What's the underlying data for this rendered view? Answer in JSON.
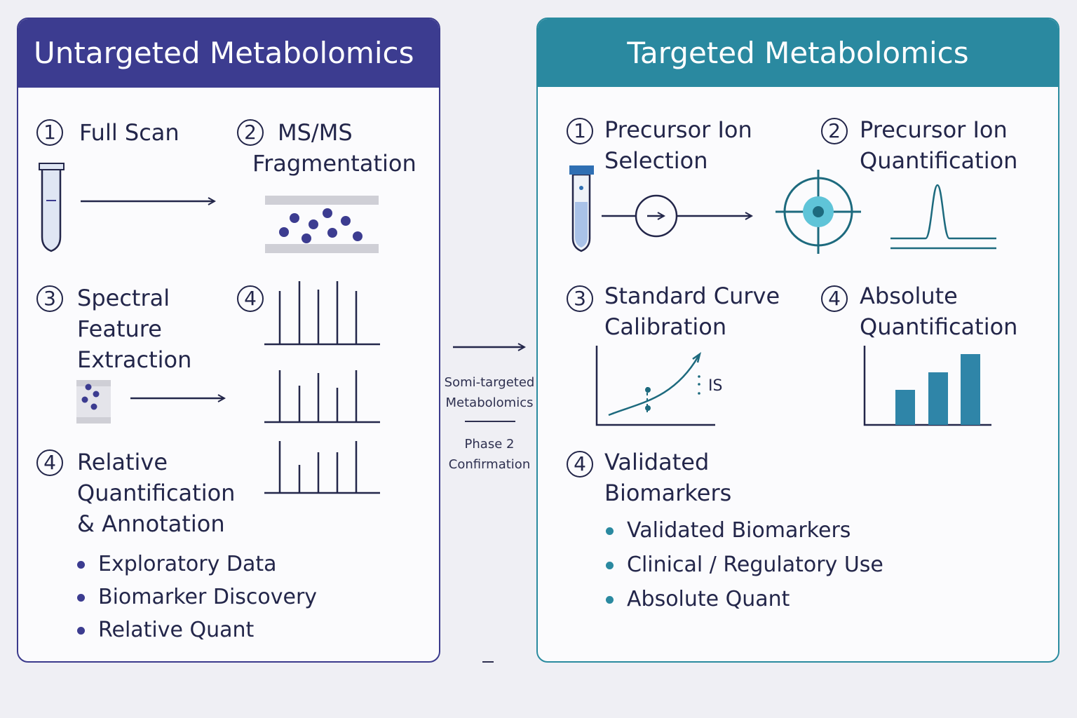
{
  "untargeted": {
    "title": "Untargeted Metabolomics",
    "steps": [
      {
        "num": "1",
        "label": "Full Scan"
      },
      {
        "num": "2",
        "label": "MS/MS Fragmentation"
      },
      {
        "num": "3",
        "label": "Spectral Feature Extraction"
      },
      {
        "num": "4",
        "label": ""
      },
      {
        "num": "4",
        "label": "Relative Quantification & Annotation"
      }
    ],
    "bullets": [
      "Exploratory Data",
      "Biomarker Discovery",
      "Relative Quant"
    ]
  },
  "middle": {
    "text1": "Somi-targeted Metabolomics",
    "text2": "Phase 2 Confirmation"
  },
  "targeted": {
    "title": "Targeted Metabolomics",
    "steps": [
      {
        "num": "1",
        "label": "Precursor Ion Selection"
      },
      {
        "num": "2",
        "label": "Precursor Ion Quantification"
      },
      {
        "num": "3",
        "label": "Standard Curve Calibration"
      },
      {
        "num": "4",
        "label": "Absolute Quantification"
      },
      {
        "num": "4",
        "label": "Validated Biomarkers"
      }
    ],
    "curve_annotation": "IS",
    "bullets": [
      "Validated Biomarkers",
      "Clinical / Regulatory Use",
      "Absolute Quant"
    ]
  },
  "colors": {
    "untargeted_accent": "#3c3c90",
    "targeted_accent": "#2a89a0",
    "ink": "#23264a"
  }
}
